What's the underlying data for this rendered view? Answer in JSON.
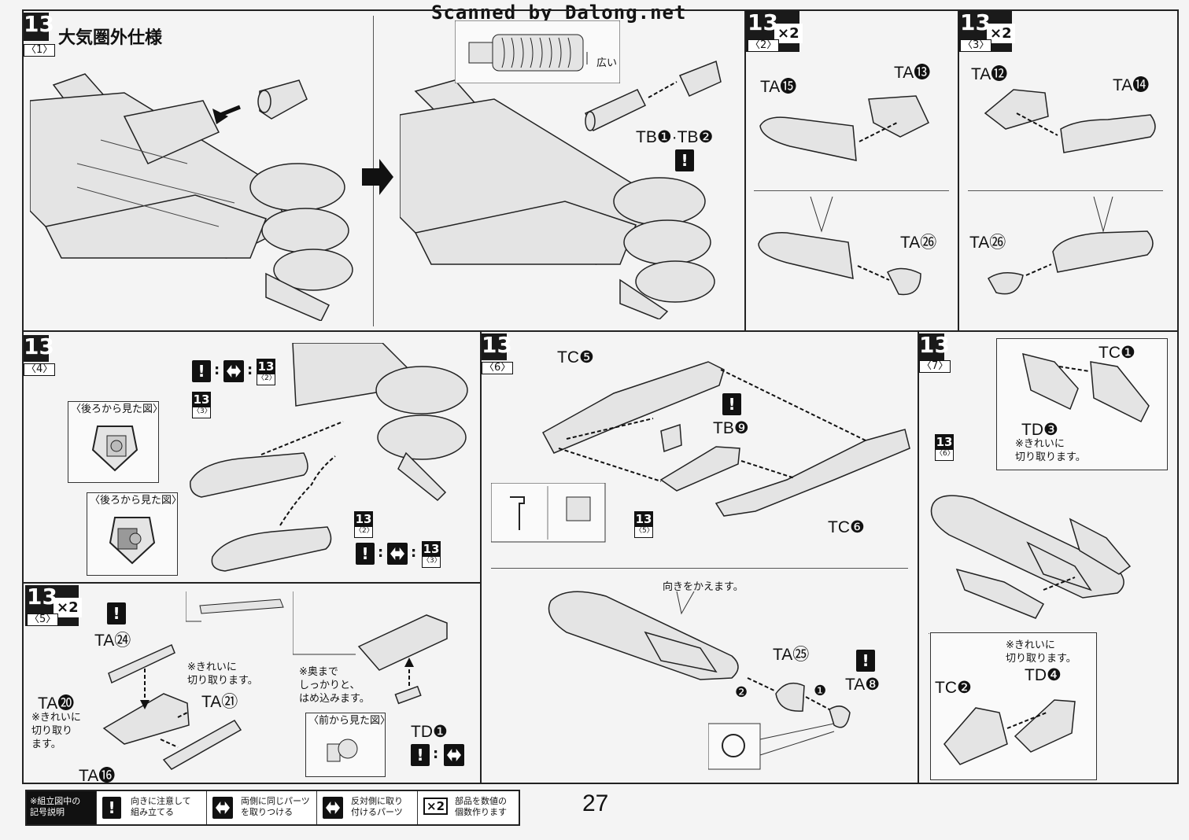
{
  "watermark": "Scanned by Dalong.net",
  "page_number": "27",
  "steps": {
    "s1": {
      "num": "13",
      "sub": "〈1〉",
      "title": "大気圏外仕様"
    },
    "s2": {
      "num": "13",
      "sub": "〈2〉",
      "mult": "×2"
    },
    "s3": {
      "num": "13",
      "sub": "〈3〉",
      "mult": "×2"
    },
    "s4": {
      "num": "13",
      "sub": "〈4〉"
    },
    "s5": {
      "num": "13",
      "sub": "〈5〉",
      "mult": "×2"
    },
    "s6": {
      "num": "13",
      "sub": "〈6〉"
    },
    "s7": {
      "num": "13",
      "sub": "〈7〉"
    }
  },
  "step1": {
    "wide_note": "広い",
    "parts": "TB❶·TB❷"
  },
  "step2": {
    "ta15": "TA⓯",
    "ta13": "TA⓭",
    "ta26": "TA㉖"
  },
  "step3": {
    "ta12": "TA⓬",
    "ta14": "TA⓮",
    "ta26": "TA㉖"
  },
  "step4": {
    "rear_view_1": "〈後ろから見た図〉",
    "rear_view_2": "〈後ろから見た図〉",
    "ref_a_num": "13",
    "ref_a_sub": "〈2〉",
    "ref_b_num": "13",
    "ref_b_sub": "〈3〉",
    "ref_c_num": "13",
    "ref_c_sub": "〈2〉",
    "ref_d_num": "13",
    "ref_d_sub": "〈3〉"
  },
  "step5": {
    "ta24": "TA㉔",
    "ta20": "TA⓴",
    "ta21": "TA㉑",
    "ta16": "TA⓰",
    "td1": "TD❶",
    "note_clean_1": "※きれいに\n切り取ります。",
    "note_clean_2": "※きれいに\n切り取り\nます。",
    "note_deep": "※奥まで\nしっかりと、\nはめ込みます。",
    "front_view": "〈前から見た図〉"
  },
  "step6": {
    "tc5": "TC❺",
    "tb9": "TB❾",
    "tc6": "TC❻",
    "ref_num": "13",
    "ref_sub": "〈5〉",
    "turn_note": "向きをかえます。",
    "ta25": "TA㉕",
    "ta8": "TA❽",
    "order1": "❶",
    "order2": "❷"
  },
  "step7": {
    "tc1": "TC❶",
    "td3": "TD❸",
    "note_td3": "※きれいに\n切り取ります。",
    "ref_num": "13",
    "ref_sub": "〈6〉",
    "note_td4": "※きれいに\n切り取ります。",
    "td4": "TD❹",
    "tc2": "TC❷"
  },
  "legend": {
    "heading": "※組立図中の\n記号説明",
    "item1": "向きに注意して\n組み立てる",
    "item2": "両側に同じパーツ\nを取りつける",
    "item3": "反対側に取り\n付けるパーツ",
    "item4": "部品を数値の\n個数作ります",
    "mult": "×2"
  },
  "colors": {
    "ink": "#111111",
    "paper": "#f4f4f4",
    "part_fill": "#e4e4e4"
  }
}
